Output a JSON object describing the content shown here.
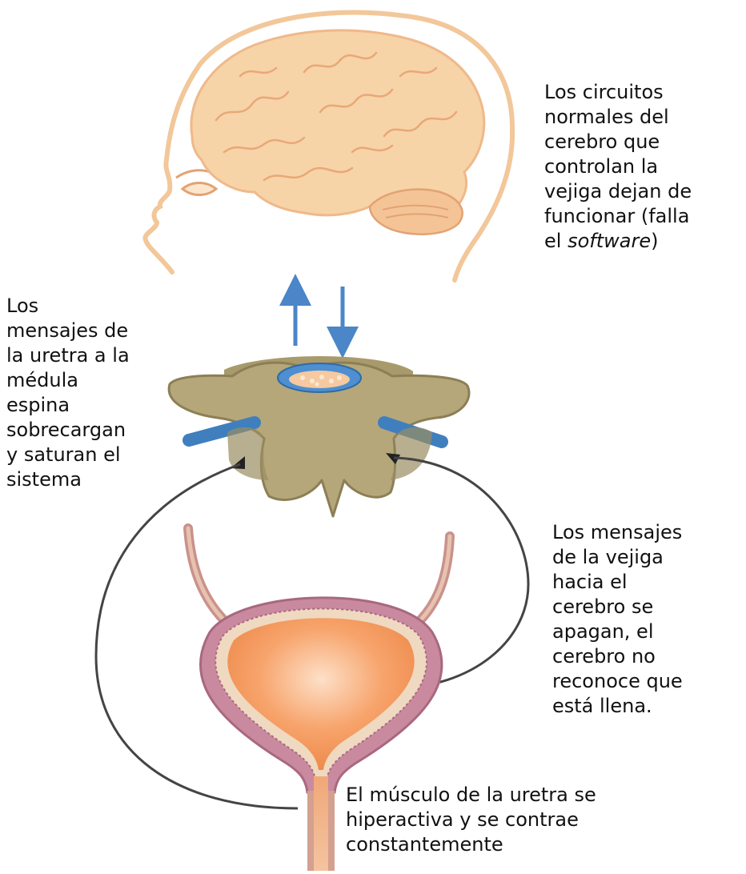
{
  "labels": {
    "brain": {
      "lines": [
        "Los circuitos",
        "normales del",
        "cerebro que",
        "controlan la",
        "vejiga dejan de",
        "funcionar (falla"
      ],
      "last_prefix": "el ",
      "last_italic": "software",
      "last_suffix": ")"
    },
    "urethra_messages": {
      "lines": [
        "Los",
        "mensajes de",
        "la uretra a la",
        "médula",
        "espina",
        "sobrecargan",
        "y saturan el",
        "sistema"
      ]
    },
    "bladder_messages": {
      "lines": [
        "Los mensajes",
        "de la vejiga",
        "hacia el",
        "cerebro se",
        "apagan, el",
        "cerebro no",
        "reconoce que",
        "está llena."
      ]
    },
    "urethra_muscle": {
      "lines": [
        "El músculo de la uretra se",
        "hiperactiva y se contrae",
        "constantemente"
      ]
    }
  },
  "colors": {
    "brain_fill": "#f7d3a8",
    "brain_outline": "#efb98a",
    "head_outline": "#f2c79a",
    "arrow_blue": "#4a86c8",
    "spine_fill": "#b5a77a",
    "spine_dark": "#8c7f55",
    "nerve_blue": "#3f7fbd",
    "bladder_wall": "#c98aa0",
    "bladder_inner": "#f29a5e",
    "pathway_line": "#444444"
  }
}
